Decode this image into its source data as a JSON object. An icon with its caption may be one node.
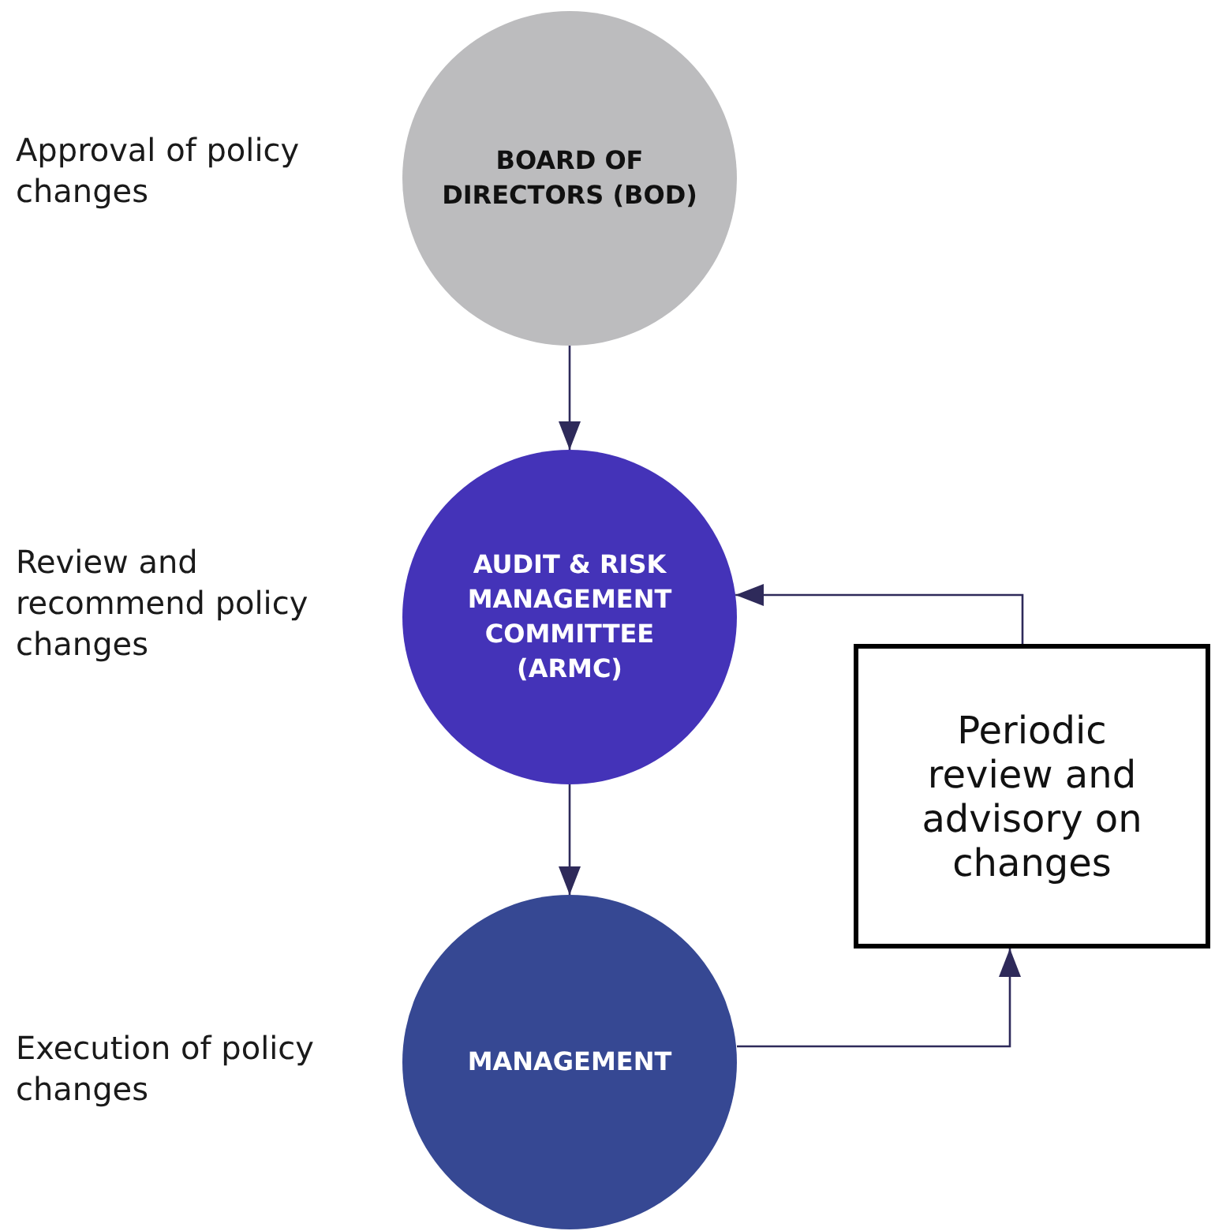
{
  "diagram": {
    "nodes": [
      {
        "text": [
          "BOARD OF DIRECTORS (BOD)"
        ],
        "beside": [
          "Approval of policy changes"
        ]
      },
      {
        "text": [
          "AUDIT & RISK MANAGEMENT COMMITTEE (ARMC)"
        ],
        "beside": [
          "Review and recommend policy changes"
        ]
      },
      {
        "text": [
          "MANAGEMENT"
        ],
        "beside": [
          "Execution of policy changes"
        ]
      },
      {
        "text": [
          "Periodic review and advisory on changes"
        ]
      }
    ],
    "edges": [
      {
        "from": 0,
        "to": 1,
        "arrow": "to"
      },
      {
        "from": 1,
        "to": 2,
        "arrow": "to"
      },
      {
        "from": 2,
        "to": 3,
        "arrow": "to"
      },
      {
        "from": 3,
        "to": 1,
        "arrow": "to"
      }
    ]
  }
}
